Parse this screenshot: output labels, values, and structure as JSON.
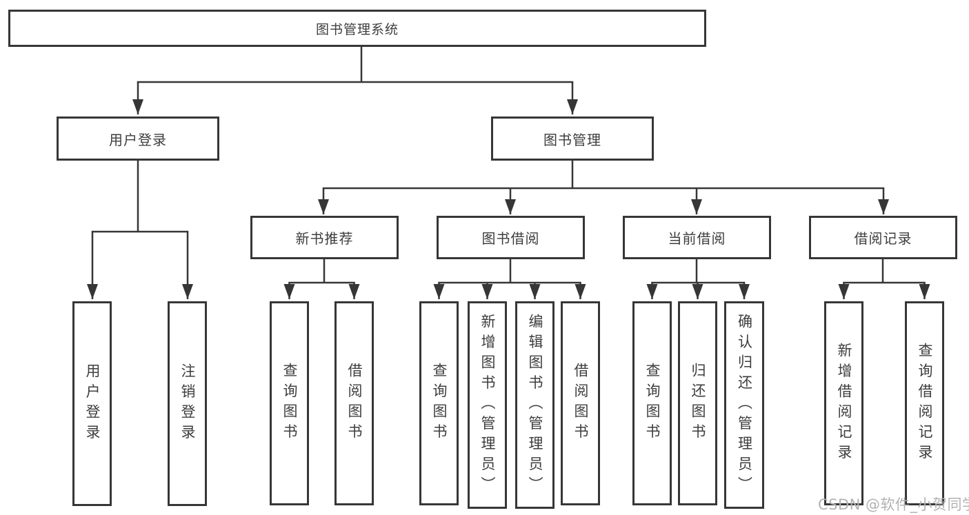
{
  "diagram_title": "图书管理系统",
  "colors": {
    "line": "#363636",
    "box_border": "#363636",
    "text": "#3d3d3d",
    "background": "#ffffff",
    "watermark": "#b2b2b2"
  },
  "tree": {
    "root": {
      "label": "图书管理系统"
    },
    "level1": [
      {
        "label": "用户登录",
        "children": [
          {
            "label": "用户登录"
          },
          {
            "label": "注销登录"
          }
        ]
      },
      {
        "label": "图书管理",
        "children": [
          {
            "label": "新书推荐",
            "children": [
              {
                "label": "查询图书"
              },
              {
                "label": "借阅图书"
              }
            ]
          },
          {
            "label": "图书借阅",
            "children": [
              {
                "label": "查询图书"
              },
              {
                "label": "新增图书（管理员）"
              },
              {
                "label": "编辑图书（管理员）"
              },
              {
                "label": "借阅图书"
              }
            ]
          },
          {
            "label": "当前借阅",
            "children": [
              {
                "label": "查询图书"
              },
              {
                "label": "归还图书"
              },
              {
                "label": "确认归还（管理员）"
              }
            ]
          },
          {
            "label": "借阅记录",
            "children": [
              {
                "label": "新增借阅记录"
              },
              {
                "label": "查询借阅记录"
              }
            ]
          }
        ]
      }
    ]
  },
  "watermark": {
    "text": "CSDN @软件_小贺同学"
  }
}
